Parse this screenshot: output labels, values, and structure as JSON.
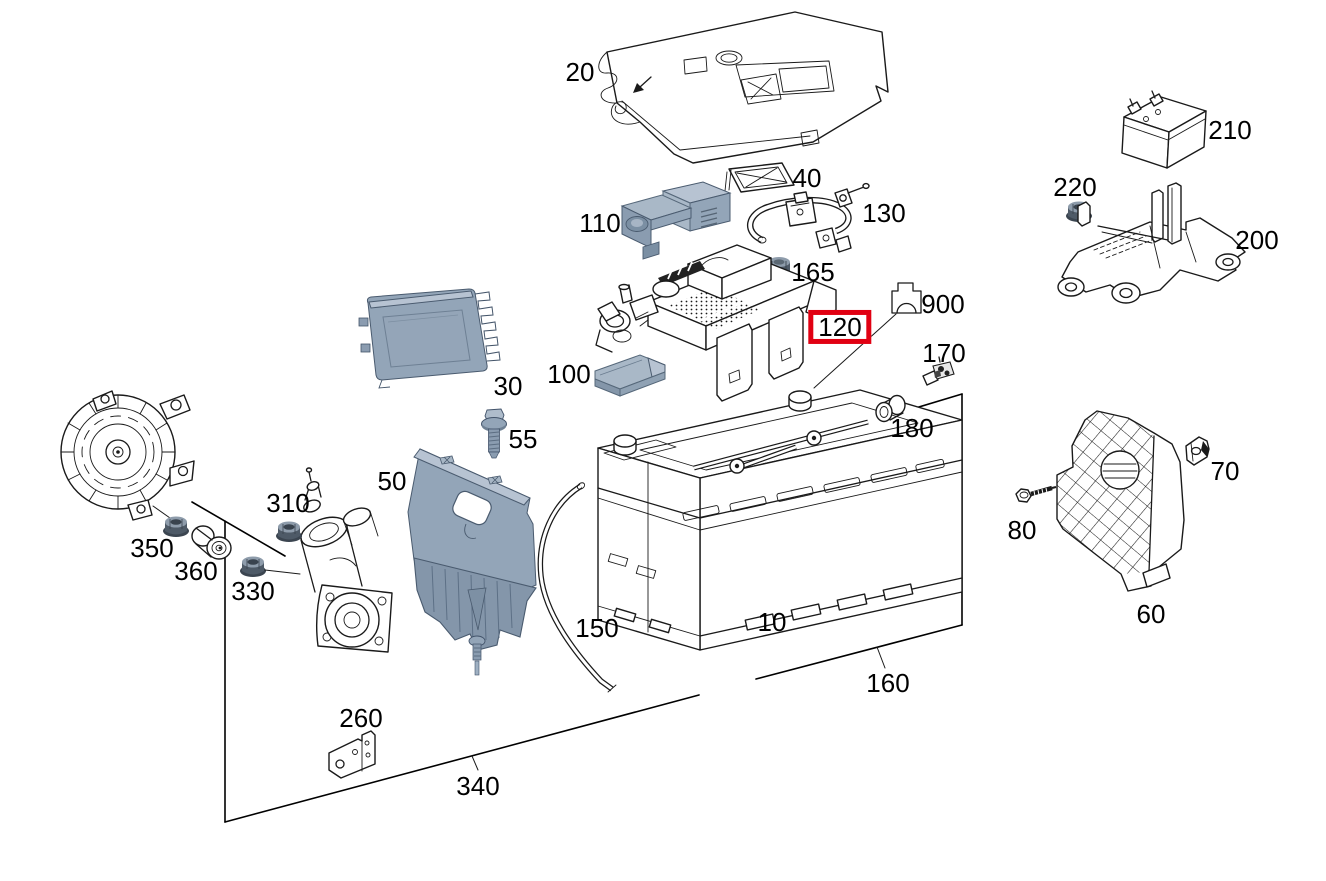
{
  "diagram": {
    "type": "exploded-parts-diagram",
    "subject": "battery-and-charging-components",
    "selected_part": "120",
    "colors": {
      "background": "#ffffff",
      "highlight_box": "#e10012",
      "line": "#1a1a1a",
      "part_light": "#b7c3d2",
      "part_mid": "#93a5b8",
      "part_dark": "#6e8093",
      "nut_dark": "#4e5a67"
    },
    "callouts": [
      {
        "text": "20"
      },
      {
        "text": "40"
      },
      {
        "text": "110"
      },
      {
        "text": "130"
      },
      {
        "text": "165"
      },
      {
        "text": "120",
        "highlighted": true
      },
      {
        "text": "900"
      },
      {
        "text": "170"
      },
      {
        "text": "180"
      },
      {
        "text": "100"
      },
      {
        "text": "30"
      },
      {
        "text": "55"
      },
      {
        "text": "50"
      },
      {
        "text": "310"
      },
      {
        "text": "350"
      },
      {
        "text": "360"
      },
      {
        "text": "330"
      },
      {
        "text": "150"
      },
      {
        "text": "10"
      },
      {
        "text": "160"
      },
      {
        "text": "340"
      },
      {
        "text": "260"
      },
      {
        "text": "210"
      },
      {
        "text": "220"
      },
      {
        "text": "200"
      },
      {
        "text": "60"
      },
      {
        "text": "70"
      },
      {
        "text": "80"
      }
    ]
  }
}
